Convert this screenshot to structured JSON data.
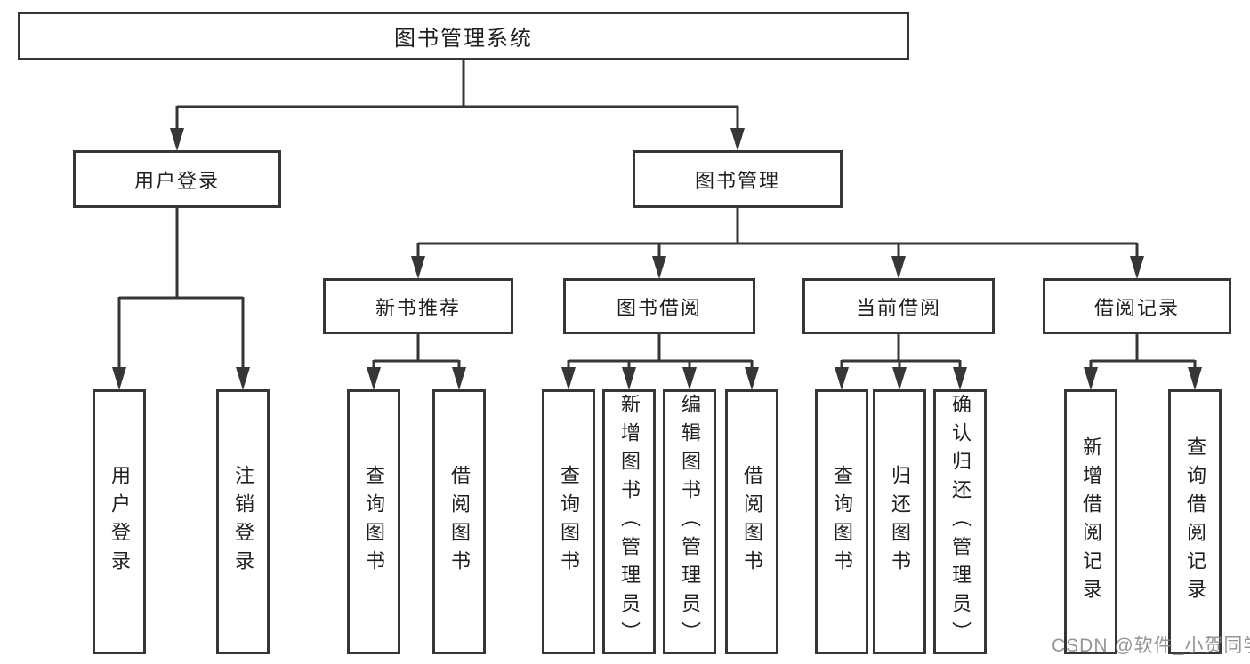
{
  "colors": {
    "line": "#363636",
    "text": "#1f1f1f",
    "watermark": "#828282",
    "background": "#ffffff"
  },
  "watermark": {
    "text": "CSDN @软件_小贺同学"
  },
  "tree": {
    "label": "图书管理系统",
    "children": [
      {
        "label": "用户登录",
        "children": [
          {
            "label": "用户登录"
          },
          {
            "label": "注销登录"
          }
        ]
      },
      {
        "label": "图书管理",
        "children": [
          {
            "label": "新书推荐",
            "children": [
              {
                "label": "查询图书"
              },
              {
                "label": "借阅图书"
              }
            ]
          },
          {
            "label": "图书借阅",
            "children": [
              {
                "label": "查询图书"
              },
              {
                "label": "新增图书（管理员）"
              },
              {
                "label": "编辑图书（管理员）"
              },
              {
                "label": "借阅图书"
              }
            ]
          },
          {
            "label": "当前借阅",
            "children": [
              {
                "label": "查询图书"
              },
              {
                "label": "归还图书"
              },
              {
                "label": "确认归还（管理员）"
              }
            ]
          },
          {
            "label": "借阅记录",
            "children": [
              {
                "label": "新增借阅记录"
              },
              {
                "label": "查询借阅记录"
              }
            ]
          }
        ]
      }
    ]
  }
}
